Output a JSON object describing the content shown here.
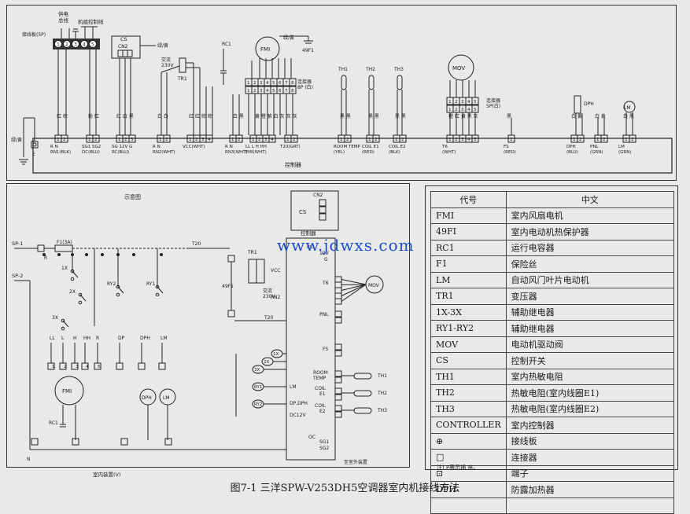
{
  "top": {
    "supply_label": "供电\n总线",
    "unit_line_label": "机组控制线",
    "terminal_board_label": "接线板(5P)",
    "tb_numbers": [
      "1",
      "2",
      "3",
      "4",
      "5"
    ],
    "cs_label": "CS",
    "cn2_label": "CN2",
    "tr1_label": "TR1",
    "ac_label": "交流\n230V",
    "rc1_label": "RC1",
    "fmi_label": "FMI",
    "f49_label": "49F1",
    "gy_label_1": "绿/黄",
    "gy_label_2": "绿/黄",
    "gy_label_3": "绿/黄",
    "conn8_label": "连接器\n8P (白)",
    "conn5_label": "连接器\n5P(白)",
    "mov_label": "MOV",
    "dph_label": "DPH",
    "lm_label": "LM",
    "th1_label": "TH1",
    "th2_label": "TH2",
    "th3_label": "TH3",
    "controller_label": "控制器",
    "e_label": "E",
    "wire_colors": [
      "红 棕",
      "粉 红",
      "红 白 黑",
      "白 白",
      "红 红 棕 棕",
      "白 黑",
      "黄 橙 紫 白 灰",
      "灰 灰",
      "黑 黑",
      "黑 黑",
      "黑 黑",
      "橙 红 黄 黑 灰",
      "黑",
      "白 黄",
      "白 黄",
      "白 黑"
    ],
    "connectors": [
      {
        "label": "R N\nRN1(BLK)"
      },
      {
        "label": "SG1 SG2\nDC(BLU)"
      },
      {
        "label": "SG 12V G\nRC(BLU)"
      },
      {
        "label": "R N\nRN2(WHT)"
      },
      {
        "label": "VCC(WHT)"
      },
      {
        "label": "R N\nRN3(WHT)"
      },
      {
        "label": "LL L H HH\nFMI(WHT)"
      },
      {
        "label": "T20(GRT)"
      },
      {
        "label": "ROOM TEMP\n(YEL)"
      },
      {
        "label": "COIL E1\n(RED)"
      },
      {
        "label": "COIL E2\n(BLK)"
      },
      {
        "label": "T6\n(WHT)"
      },
      {
        "label": "FS\n(RED)"
      },
      {
        "label": "DPH\n(BLU)"
      },
      {
        "label": "PNL\n(GRN)"
      },
      {
        "label": "LM\n(GRN)"
      }
    ]
  },
  "schematic": {
    "title": "示意图",
    "sp1": "SP-1",
    "sp2": "SP-2",
    "f1": "F1(3A)",
    "r_label": "R",
    "n_label": "N",
    "x1": "1X",
    "x2": "2X",
    "x3": "3X",
    "ry2": "RY2",
    "ry1": "RY1",
    "cs": "CS",
    "cn2": "CN2",
    "controller": "控制器",
    "tr1": "TR1",
    "vcc": "VCC",
    "ac": "交流\n230V",
    "rn2": "RN2",
    "t20": "T20",
    "f49": "49F1",
    "rc": "RC",
    "v12": "12V",
    "g": "G",
    "t6": "T6",
    "mov": "MOV",
    "pnl": "PNL",
    "fs": "FS",
    "room_temp": "ROOM\nTEMP",
    "coil_e1": "COIL\nE1",
    "coil_e2": "COIL\nE2",
    "th1": "TH1",
    "th2": "TH2",
    "th3": "TH3",
    "lm": "LM",
    "dpdph": "DP,DPH",
    "dc12v": "DC12V",
    "sg1": "SG1",
    "sg2": "SG2",
    "oc": "OC",
    "fmi": "FMI",
    "dph": "DPH",
    "lm2": "LM",
    "rc1": "RC1",
    "ll": "LL",
    "l": "L",
    "h": "H",
    "hh": "HH",
    "dp": "DP",
    "indoor_label": "室内装置(V)",
    "outdoor_label": "至室外装置",
    "relay_1x": "1X",
    "relay_2x": "2X",
    "relay_3x": "3X",
    "relay_ry1": "RY1",
    "relay_ry2": "RY2"
  },
  "table": {
    "headers": [
      "代号",
      "中文"
    ],
    "rows": [
      [
        "FMI",
        "室内风扇电机"
      ],
      [
        "49FI",
        "室内电动机热保护器"
      ],
      [
        "RC1",
        "运行电容器"
      ],
      [
        "F1",
        "保险丝"
      ],
      [
        "LM",
        "自动风门叶片电动机"
      ],
      [
        "TR1",
        "变压器"
      ],
      [
        "1X-3X",
        "辅助继电器"
      ],
      [
        "RY1-RY2",
        "辅助继电器"
      ],
      [
        "MOV",
        "电动机驱动阀"
      ],
      [
        "CS",
        "控制开关"
      ],
      [
        "TH1",
        "室内热敏电阻"
      ],
      [
        "TH2",
        "热敏电阻(室内线圈E1)"
      ],
      [
        "TH3",
        "热敏电阻(室内线圈E2)"
      ],
      [
        "CONTROLLER",
        "室内控制器"
      ],
      [
        "⊕",
        "接线板"
      ],
      [
        "□",
        "连接器"
      ],
      [
        "⊡",
        "端子"
      ],
      [
        "DPH",
        "防露加热器"
      ],
      [
        "",
        ""
      ]
    ],
    "note": "注) P表示插 座。"
  },
  "watermark": "www.jdwxs.com",
  "caption": "图7-1   三洋SPW-V253DH5空调器室内机接线方法"
}
